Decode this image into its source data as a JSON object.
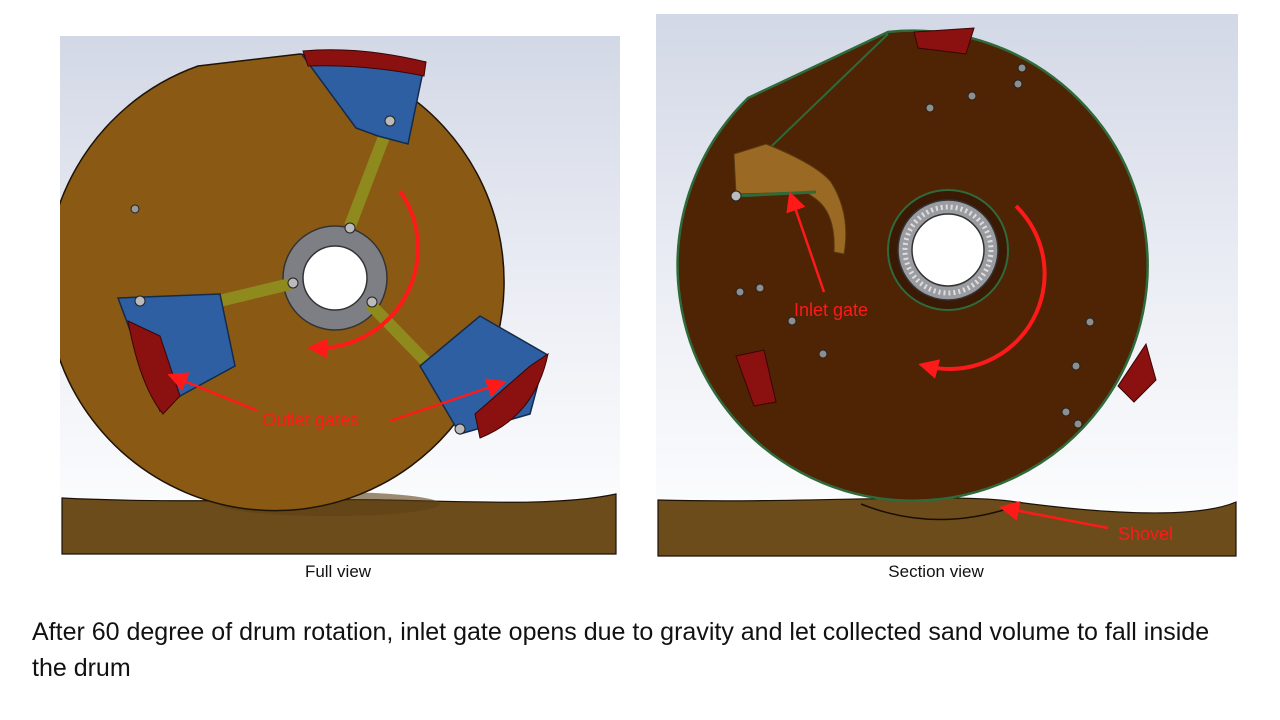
{
  "panels": {
    "full": {
      "label": "Full view",
      "callout_outlet": "Outlet gates"
    },
    "section": {
      "label": "Section view",
      "callout_inlet": "Inlet gate",
      "callout_shovel": "Shovel"
    }
  },
  "caption": "After 60 degree of drum rotation, inlet gate opens due to gravity and let collected sand volume to fall inside the drum",
  "colors": {
    "drum_full": "#8a5a14",
    "drum_section": "#4e2405",
    "gate": "#8b1010",
    "linkage_blue": "#2e5fa3",
    "arm_olive": "#8f8a1e",
    "ground": "#6b4c1a",
    "arrow_red": "#ff1a1a",
    "hub_gray": "#7d7f85",
    "inlet_gate_tan": "#9a6a24",
    "rim_green": "#2f6a3a"
  }
}
